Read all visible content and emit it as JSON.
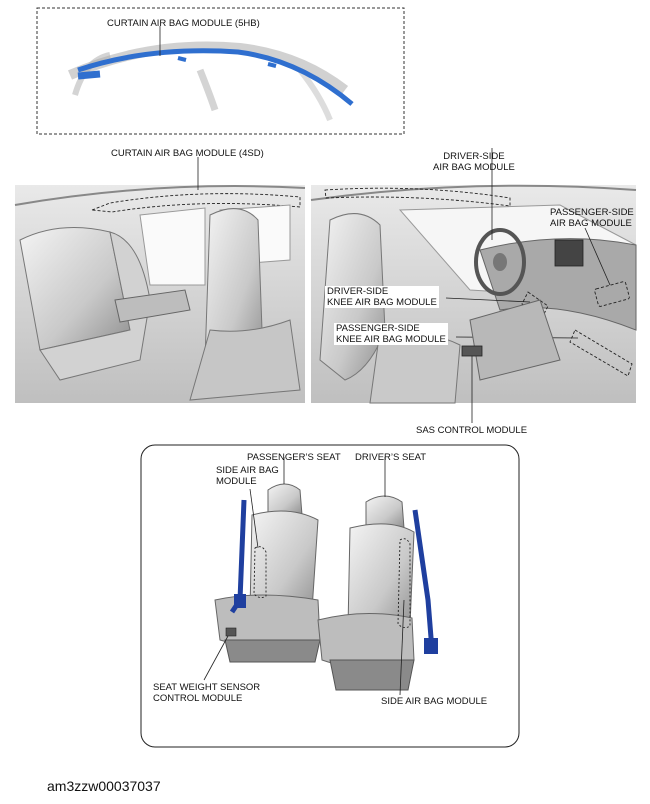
{
  "labels": {
    "curtain_5hb": "CURTAIN AIR BAG MODULE (5HB)",
    "curtain_4sd": "CURTAIN AIR BAG MODULE (4SD)",
    "driver_side_airbag": [
      "DRIVER-SIDE",
      "AIR BAG MODULE"
    ],
    "passenger_side_airbag": [
      "PASSENGER-SIDE",
      "AIR BAG MODULE"
    ],
    "driver_side_knee": [
      "DRIVER-SIDE",
      "KNEE AIR BAG MODULE"
    ],
    "passenger_side_knee": [
      "PASSENGER-SIDE",
      "KNEE AIR BAG MODULE"
    ],
    "sas_control": "SAS CONTROL MODULE",
    "passengers_seat": "PASSENGER’S SEAT",
    "drivers_seat": "DRIVER’S SEAT",
    "side_airbag_left": [
      "SIDE AIR BAG",
      "MODULE"
    ],
    "seat_weight_sensor": [
      "SEAT WEIGHT SENSOR",
      "CONTROL MODULE"
    ],
    "side_airbag_right": "SIDE AIR BAG MODULE"
  },
  "caption": "am3zzw00037037",
  "colors": {
    "airbag_blue": "#2f6fcf",
    "belt_blue": "#1f3f9f",
    "line_dark": "#222222"
  }
}
